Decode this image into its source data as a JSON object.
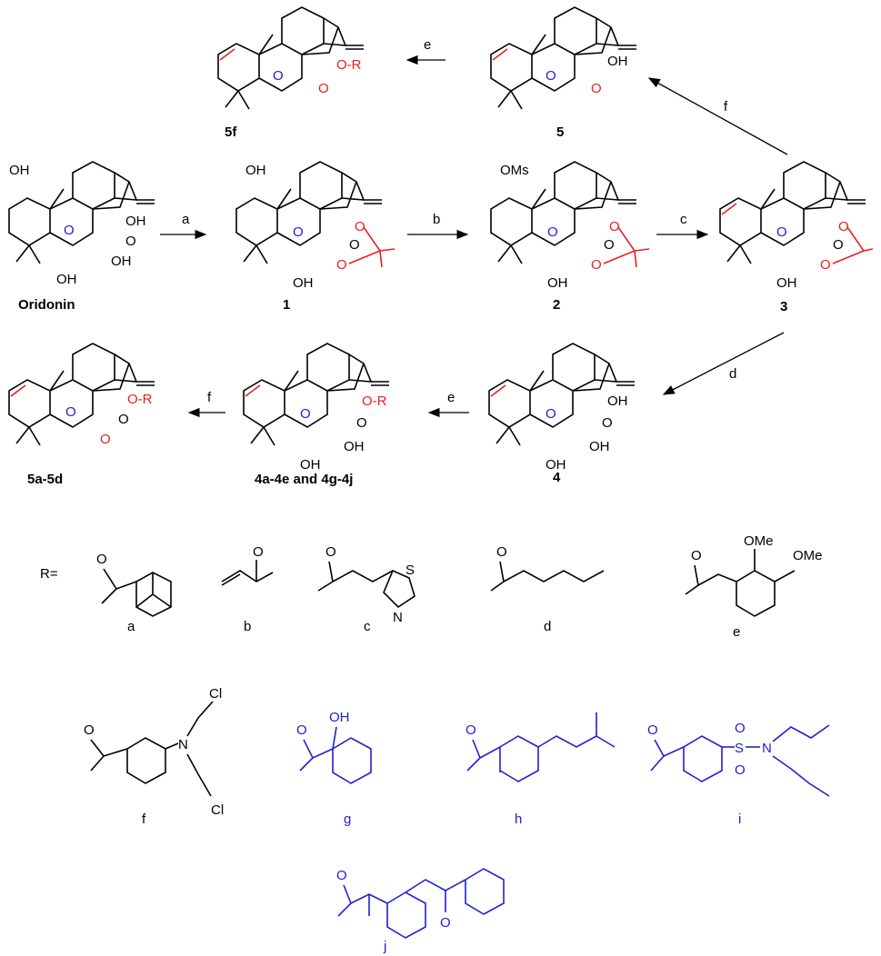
{
  "compounds": {
    "c5f": "5f",
    "c5": "5",
    "oridonin": "Oridonin",
    "c1": "1",
    "c2": "2",
    "c3": "3",
    "c5ad": "5a-5d",
    "c4ae": "4a-4e and 4g-4j",
    "c4": "4"
  },
  "steps": {
    "e_top": "e",
    "f_top": "f",
    "a": "a",
    "b": "b",
    "c": "c",
    "d": "d",
    "e_mid": "e",
    "f_mid": "f"
  },
  "atoms": {
    "OH": "OH",
    "O": "O",
    "OMs": "OMs",
    "OR": "O-R",
    "OMe": "OMe",
    "S": "S",
    "N": "N",
    "Cl": "Cl"
  },
  "r_groups": {
    "prefix": "R=",
    "labels": [
      "a",
      "b",
      "c",
      "d",
      "e",
      "f",
      "g",
      "h",
      "i",
      "j"
    ]
  },
  "colors": {
    "red": "#e8201c",
    "blue": "#2020d0",
    "black": "#000000"
  }
}
